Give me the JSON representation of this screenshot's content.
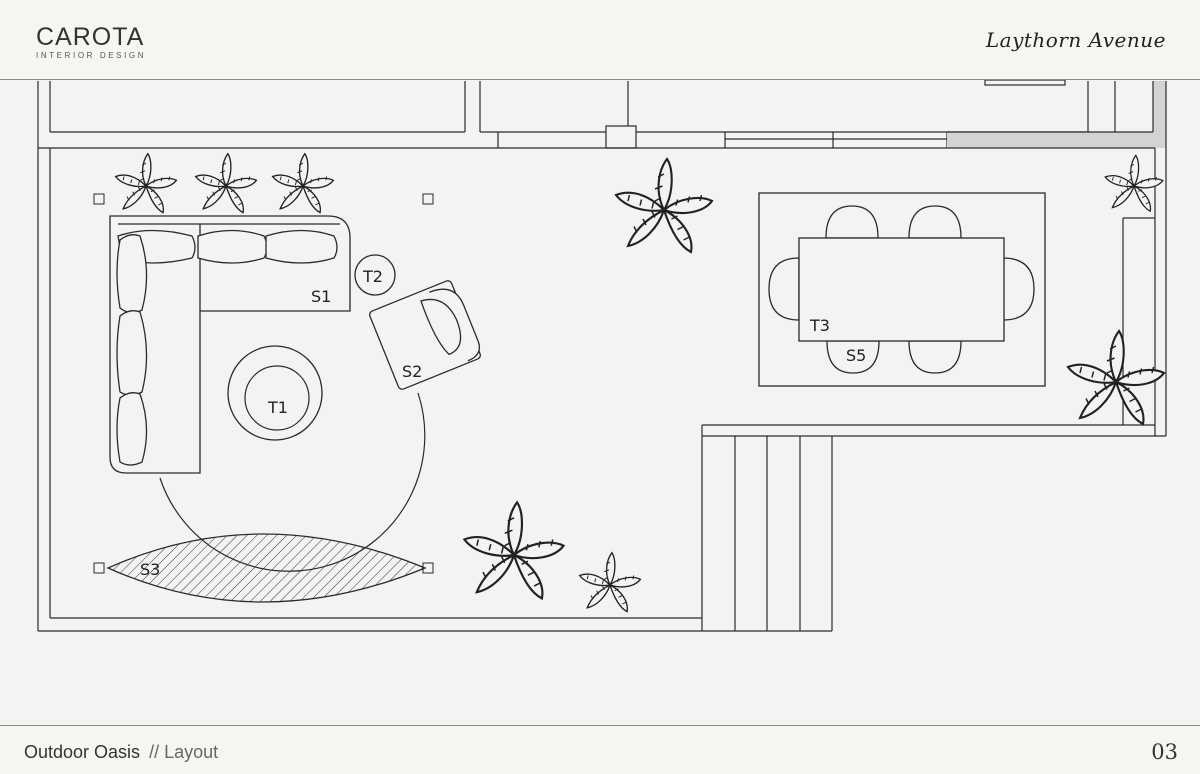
{
  "header": {
    "logo_main": "CAROTA",
    "logo_sub": "INTERIOR DESIGN",
    "project_title": "Laythorn Avenue"
  },
  "plan": {
    "labels": {
      "s1": "S1",
      "s2": "S2",
      "s3": "S3",
      "s5": "S5",
      "t1": "T1",
      "t2": "T2",
      "t3": "T3"
    }
  },
  "footer": {
    "title": "Outdoor Oasis",
    "separator": "//",
    "section": "Layout",
    "page_number": "03"
  },
  "colors": {
    "background": "#f3f3f1",
    "line": "#2b2b2b",
    "wall_fill": "#cfcfcf"
  },
  "icons": [
    "palm-plant-icon"
  ]
}
